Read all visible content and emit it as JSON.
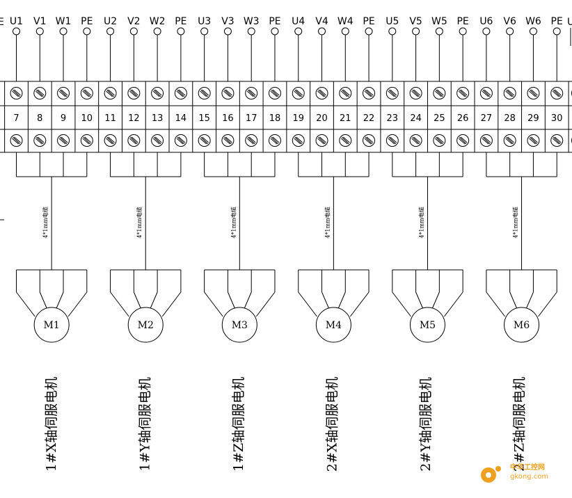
{
  "edge": {
    "top_left_label": "E",
    "top_right_label": "U"
  },
  "terminal_labels": [
    "U1",
    "V1",
    "W1",
    "PE",
    "U2",
    "V2",
    "W2",
    "PE",
    "U3",
    "V3",
    "W3",
    "PE",
    "U4",
    "V4",
    "W4",
    "PE",
    "U5",
    "V5",
    "W5",
    "PE",
    "U6",
    "V6",
    "W6",
    "PE"
  ],
  "terminal_numbers": [
    "7",
    "8",
    "9",
    "10",
    "11",
    "12",
    "13",
    "14",
    "15",
    "16",
    "17",
    "18",
    "19",
    "20",
    "21",
    "22",
    "23",
    "24",
    "25",
    "26",
    "27",
    "28",
    "29",
    "30"
  ],
  "motors": [
    {
      "id": "M1",
      "cable": "4*1mm电缆",
      "caption": "1#X轴伺服电机"
    },
    {
      "id": "M2",
      "cable": "4*1mm电缆",
      "caption": "1#Y轴伺服电机"
    },
    {
      "id": "M3",
      "cable": "4*1mm电缆",
      "caption": "1#Z轴伺服电机"
    },
    {
      "id": "M4",
      "cable": "4*1mm电缆",
      "caption": "2#X轴伺服电机"
    },
    {
      "id": "M5",
      "cable": "4*1mm电缆",
      "caption": "2#Y轴伺服电机"
    },
    {
      "id": "M6",
      "cable": "4*1mm电缆",
      "caption": "2#Z轴伺服电机"
    }
  ],
  "watermark": {
    "title": "中华工控网",
    "url": "gkong.com",
    "color": "#f0a020"
  }
}
